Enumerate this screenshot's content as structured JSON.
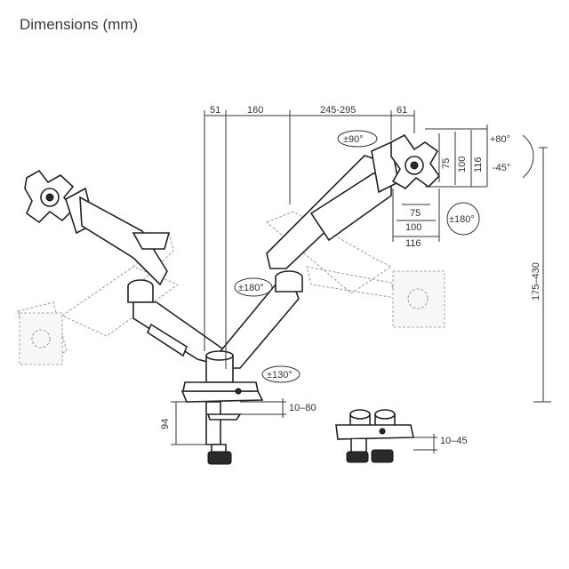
{
  "title": "Dimensions (mm)",
  "dimensions": {
    "d51": "51",
    "d160": "160",
    "d245_295": "245-295",
    "d61": "61",
    "rot90": "±90°",
    "tilt_up": "+80°",
    "tilt_down": "-45°",
    "vesa_h75": "75",
    "vesa_h100": "100",
    "vesa_h116": "116",
    "vesa_w75": "75",
    "vesa_w100": "100",
    "vesa_w116": "116",
    "rot180_right": "±180°",
    "rot180_mid": "±180°",
    "rot130": "±130°",
    "height_range": "175–430",
    "clamp_height": "94",
    "clamp_range": "10–80",
    "grommet_range": "10–45"
  }
}
